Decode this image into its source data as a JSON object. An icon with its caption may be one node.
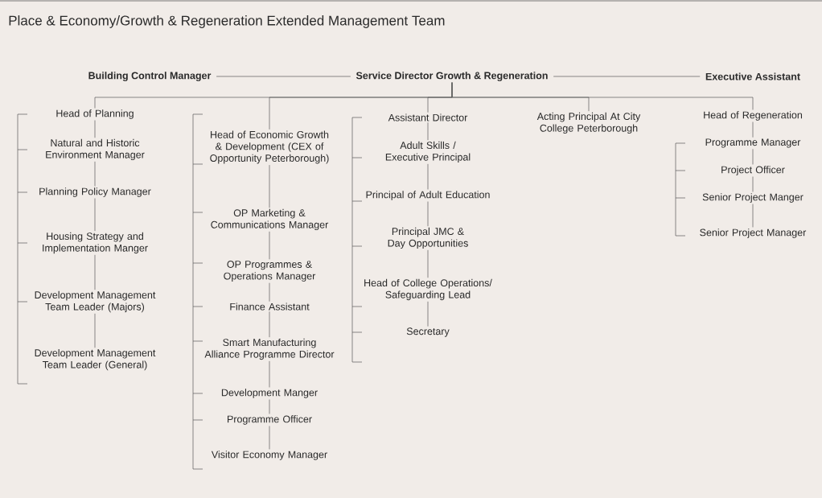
{
  "diagram": {
    "title": "Place & Economy/Growth & Regeneration Extended Management Team",
    "nodes": [
      {
        "text": [
          "Building Control Manager"
        ]
      },
      {
        "text": [
          "Service Director Growth & Regeneration"
        ]
      },
      {
        "text": [
          "Executive Assistant"
        ]
      },
      {
        "text": [
          "Head of Planning"
        ]
      },
      {
        "text": [
          "Natural and Historic Environment Manager"
        ]
      },
      {
        "text": [
          "Planning Policy Manager"
        ]
      },
      {
        "text": [
          "Housing Strategy and Implementation Manger"
        ]
      },
      {
        "text": [
          "Development Management Team Leader (Majors)"
        ]
      },
      {
        "text": [
          "Development Management Team Leader (General)"
        ]
      },
      {
        "text": [
          "Head of Economic Growth & Development (CEX of Opportunity Peterborough)"
        ]
      },
      {
        "text": [
          "OP Marketing & Communications Manager"
        ]
      },
      {
        "text": [
          "OP Programmes & Operations Manager"
        ]
      },
      {
        "text": [
          "Finance Assistant"
        ]
      },
      {
        "text": [
          "Smart Manufacturing Alliance Programme Director"
        ]
      },
      {
        "text": [
          "Development Manger"
        ]
      },
      {
        "text": [
          "Programme Officer"
        ]
      },
      {
        "text": [
          "Visitor Economy Manager"
        ]
      },
      {
        "text": [
          "Assistant Director"
        ]
      },
      {
        "text": [
          "Adult Skills / Executive Principal"
        ]
      },
      {
        "text": [
          "Principal of Adult Education"
        ]
      },
      {
        "text": [
          "Principal JMC & Day Opportunities"
        ]
      },
      {
        "text": [
          "Head of College Operations/ Safeguarding Lead"
        ]
      },
      {
        "text": [
          "Secretary"
        ]
      },
      {
        "text": [
          "Acting Principal At City College Peterborough"
        ]
      },
      {
        "text": [
          "Head of Regeneration"
        ]
      },
      {
        "text": [
          "Programme Manager"
        ]
      },
      {
        "text": [
          "Project Officer"
        ]
      },
      {
        "text": [
          "Senior Project Manger"
        ]
      },
      {
        "text": [
          "Senior Project Manager"
        ]
      }
    ],
    "edges": [
      {
        "from": 0,
        "to": 1,
        "arrow": "none"
      },
      {
        "from": 1,
        "to": 2,
        "arrow": "none"
      },
      {
        "from": 1,
        "to": 3,
        "arrow": "none"
      },
      {
        "from": 1,
        "to": 9,
        "arrow": "none"
      },
      {
        "from": 1,
        "to": 17,
        "arrow": "none"
      },
      {
        "from": 1,
        "to": 23,
        "arrow": "none"
      },
      {
        "from": 1,
        "to": 24,
        "arrow": "none"
      },
      {
        "from": 3,
        "to": 4,
        "arrow": "none"
      },
      {
        "from": 4,
        "to": 5,
        "arrow": "none"
      },
      {
        "from": 5,
        "to": 6,
        "arrow": "none"
      },
      {
        "from": 6,
        "to": 7,
        "arrow": "none"
      },
      {
        "from": 7,
        "to": 8,
        "arrow": "none"
      },
      {
        "from": 9,
        "to": 10,
        "arrow": "none"
      },
      {
        "from": 10,
        "to": 11,
        "arrow": "none"
      },
      {
        "from": 11,
        "to": 12,
        "arrow": "none"
      },
      {
        "from": 12,
        "to": 13,
        "arrow": "none"
      },
      {
        "from": 13,
        "to": 14,
        "arrow": "none"
      },
      {
        "from": 14,
        "to": 15,
        "arrow": "none"
      },
      {
        "from": 15,
        "to": 16,
        "arrow": "none"
      },
      {
        "from": 17,
        "to": 18,
        "arrow": "none"
      },
      {
        "from": 18,
        "to": 19,
        "arrow": "none"
      },
      {
        "from": 19,
        "to": 20,
        "arrow": "none"
      },
      {
        "from": 20,
        "to": 21,
        "arrow": "none"
      },
      {
        "from": 21,
        "to": 22,
        "arrow": "none"
      },
      {
        "from": 24,
        "to": 25,
        "arrow": "none"
      },
      {
        "from": 25,
        "to": 26,
        "arrow": "none"
      },
      {
        "from": 26,
        "to": 27,
        "arrow": "none"
      },
      {
        "from": 27,
        "to": 28,
        "arrow": "none"
      }
    ]
  }
}
